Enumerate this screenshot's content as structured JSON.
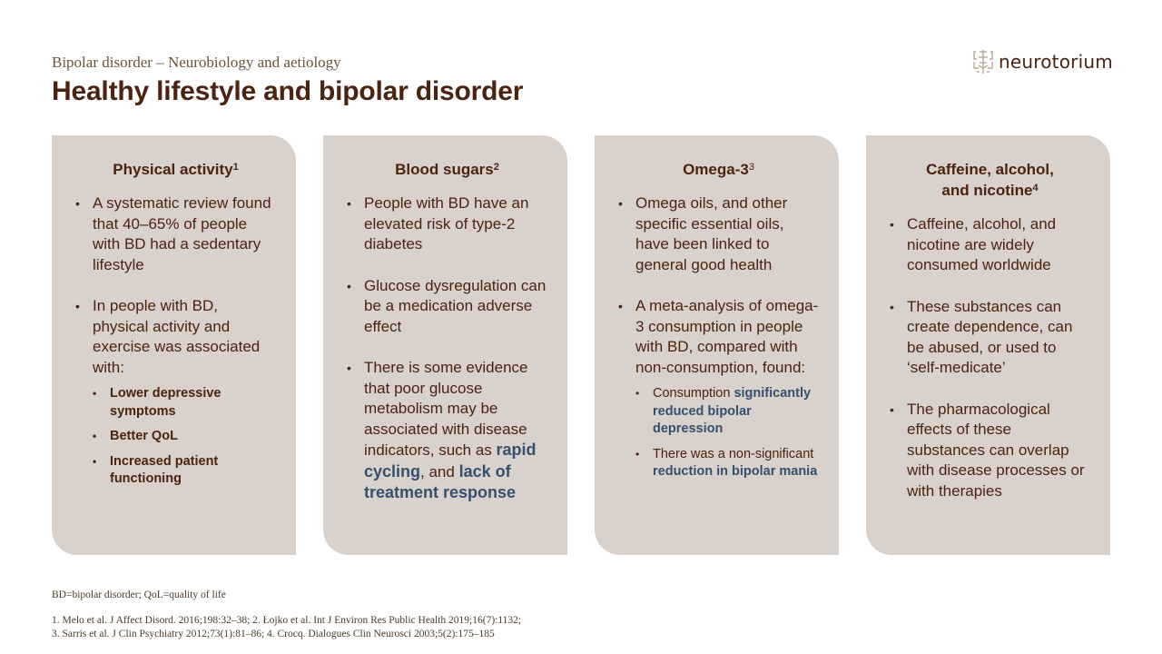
{
  "header": {
    "subtitle": "Bipolar disorder – Neurobiology and aetiology",
    "title": "Healthy lifestyle and bipolar disorder",
    "logo_text": "neurotorium",
    "logo_icon": "brain-tree-icon"
  },
  "colors": {
    "title": "#4a2410",
    "card_bg": "#d9d1cc",
    "highlight": "#35506e"
  },
  "cards": [
    {
      "title": "Physical activity",
      "ref": "1",
      "bullets": [
        {
          "text": "A systematic review found that 40–65% of people with BD had a sedentary lifestyle"
        },
        {
          "text": "In people with BD, physical activity and exercise was associated with:",
          "sub": [
            "Lower depressive symptoms",
            "Better QoL",
            "Increased patient functioning"
          ]
        }
      ]
    },
    {
      "title": "Blood sugars",
      "ref": "2",
      "bullets": [
        {
          "text": "People with BD have an elevated risk of type-2 diabetes"
        },
        {
          "text": "Glucose dysregulation can be a medication adverse effect"
        },
        {
          "text_pre": "There is some evidence that poor glucose metabolism may be associated with disease indicators, such as ",
          "hl1": "rapid cycling",
          "mid": ", and ",
          "hl2": "lack of treatment response"
        }
      ]
    },
    {
      "title": "Omega-3",
      "ref": "3",
      "bullets": [
        {
          "text": "Omega oils, and other specific essential oils, have been linked to general good health"
        },
        {
          "text": "A meta-analysis of omega-3 consumption in people with BD, compared with non-consumption, found:",
          "sub": [
            {
              "pre": "Consumption ",
              "hl": "significantly reduced bipolar depression"
            },
            {
              "pre": "There was a non-significant ",
              "hl": "reduction in bipolar mania"
            }
          ]
        }
      ]
    },
    {
      "title_line1": "Caffeine, alcohol,",
      "title_line2": "and nicotine",
      "ref": "4",
      "bullets": [
        {
          "text": "Caffeine, alcohol, and nicotine are widely consumed worldwide"
        },
        {
          "text": "These substances can create dependence, can be abused, or used to ‘self-medicate’"
        },
        {
          "text": "The pharmacological effects of these substances can overlap with disease processes or with therapies"
        }
      ]
    }
  ],
  "footer": {
    "abbreviations": "BD=bipolar disorder; QoL=quality of life",
    "refs_line1": "1. Melo et al. J Affect Disord. 2016;198:32–38; 2. Łojko et al. Int J Environ Res Public Health 2019;16(7):1132;",
    "refs_line2": "3. Sarris et al. J Clin Psychiatry 2012;73(1):81–86; 4. Crocq. Dialogues Clin Neurosci 2003;5(2):175–185"
  }
}
